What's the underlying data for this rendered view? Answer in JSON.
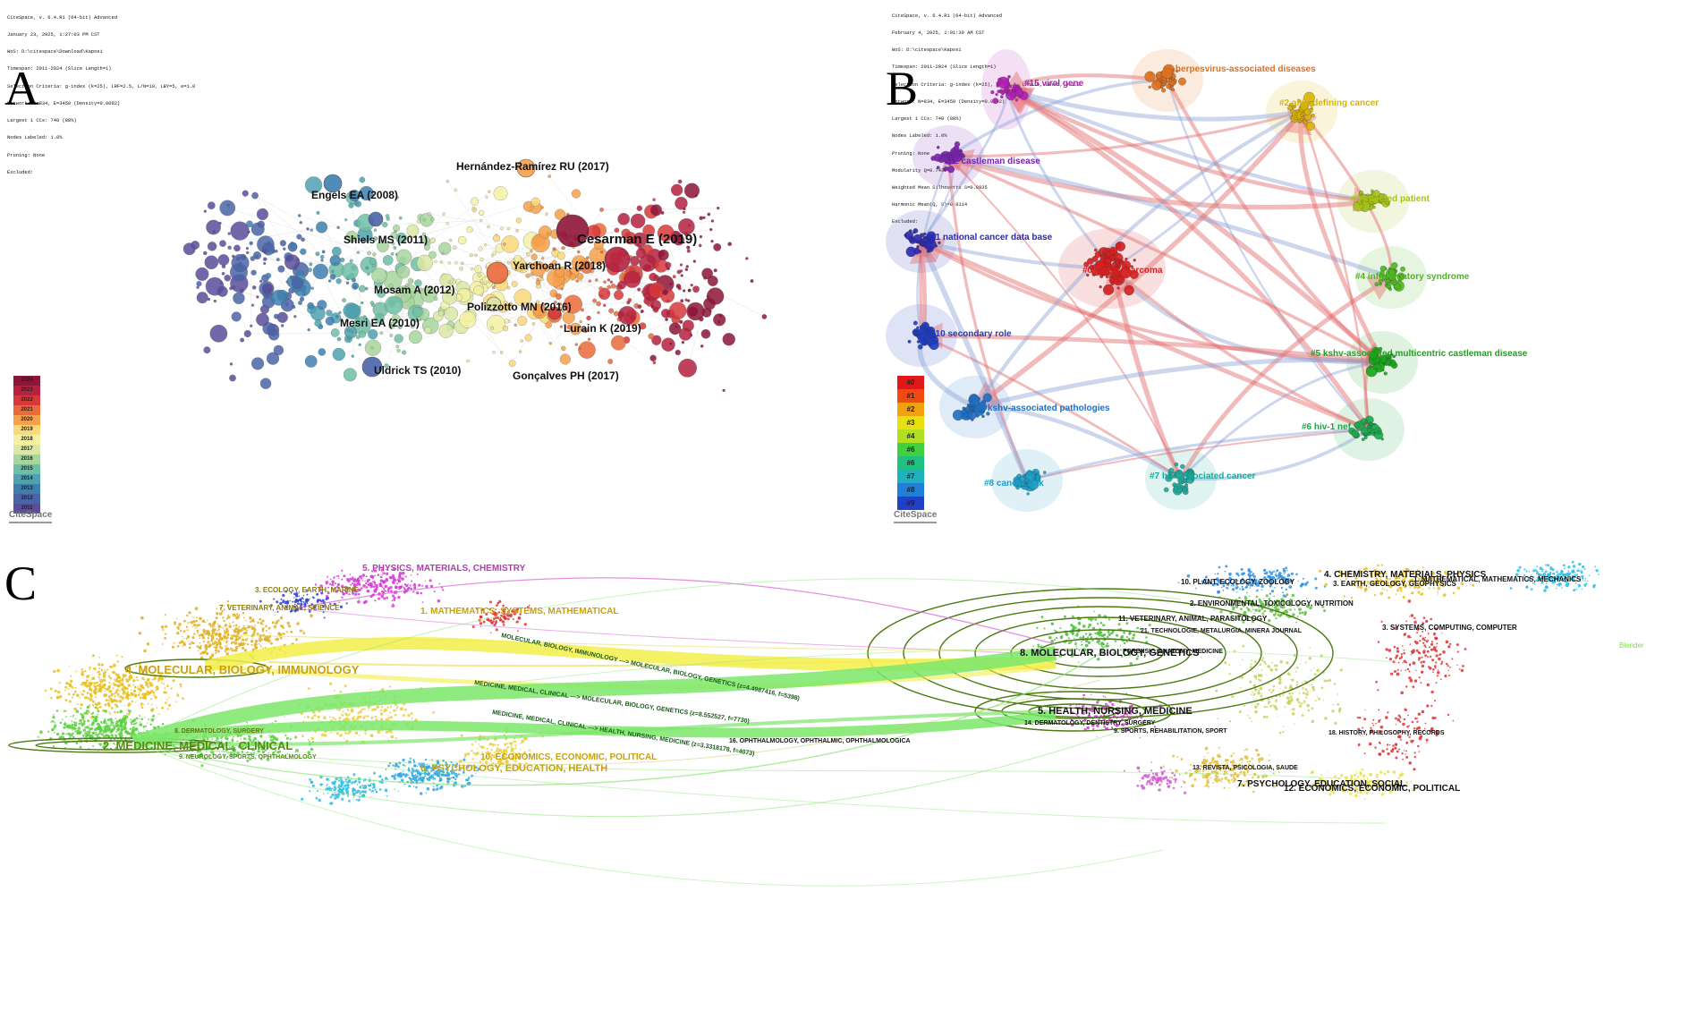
{
  "panel_a": {
    "letter": "A",
    "meta": [
      "CiteSpace, v. 6.4.R1 (64-bit) Advanced",
      "January 23, 2025, 1:27:03 PM CST",
      "WoS: D:\\citespace\\Download\\Kaposi",
      "Timespan: 2011-2024 (Slice Length=1)",
      "Selection Criteria: g-index (k=25), LRF=2.5, L/N=10, LBY=5, e=1.0",
      "Network: N=834, E=3459 (Density=0.0092)",
      "Largest 1 CCs: 740 (88%)",
      "Nodes Labeled: 1.0%",
      "Pruning: None",
      "Excluded:"
    ],
    "node_labels": [
      "Hernández-Ramírez RU (2017)",
      "Engels EA (2008)",
      "Shiels MS (2011)",
      "Cesarman E (2019)",
      "Yarchoan R (2018)",
      "Mosam A (2012)",
      "Polizzotto MN (2016)",
      "Mesri EA (2010)",
      "Lurain K (2019)",
      "Uldrick TS (2010)",
      "Gonçalves PH (2017)"
    ],
    "legend_years": [
      "2024",
      "2023",
      "2022",
      "2021",
      "2020",
      "2019",
      "2018",
      "2017",
      "2016",
      "2015",
      "2014",
      "2013",
      "2012",
      "2011"
    ],
    "legend_colors": [
      "#8e1538",
      "#b5213f",
      "#d7393b",
      "#ec6a3a",
      "#f6a04a",
      "#fad97a",
      "#f4f1a4",
      "#dbe8a4",
      "#a8d59e",
      "#6fbfa6",
      "#4ea1b0",
      "#3f7fb0",
      "#4a64a8",
      "#5a4d9a"
    ],
    "logo": "CiteSpace"
  },
  "panel_b": {
    "letter": "B",
    "meta": [
      "CiteSpace, v. 6.4.R1 (64-bit) Advanced",
      "February 4, 2025, 1:01:39 AM CST",
      "WoS: D:\\citespace\\Kaposi",
      "Timespan: 2011-2024 (Slice Length=1)",
      "Selection Criteria: g-index (k=25), LRF=2.5, L/N=10, LBY=5, e=1.0",
      "Network: N=834, E=3459 (Density=0.0092)",
      "Largest 1 CCs: 740 (88%)",
      "Nodes Labeled: 1.0%",
      "Pruning: None",
      "Modularity Q=0.7432",
      "Weighted Mean Silhouette S=0.8935",
      "Harmonic Mean(Q, S)=0.8114",
      "Excluded:"
    ],
    "clusters": [
      {
        "label": "#0 kaposi sarcoma",
        "color": "#d61f1f"
      },
      {
        "label": "#1 herpesvirus-associated diseases",
        "color": "#e0701e"
      },
      {
        "label": "#2 aids-defining cancer",
        "color": "#d9b400"
      },
      {
        "label": "#3 infected patient",
        "color": "#a5c21a"
      },
      {
        "label": "#4 inflammatory syndrome",
        "color": "#4cb81e"
      },
      {
        "label": "#5 kshv-associated multicentric castleman disease",
        "color": "#19a519"
      },
      {
        "label": "#6 hiv-1 nef",
        "color": "#1ba84a"
      },
      {
        "label": "#7 hiv-associated cancer",
        "color": "#1aa89a"
      },
      {
        "label": "#8 cancer risk",
        "color": "#1b9cc4"
      },
      {
        "label": "#9 kshv-associated pathologies",
        "color": "#1e6fc4"
      },
      {
        "label": "#10 secondary role",
        "color": "#1d3cc0"
      },
      {
        "label": "#11 national cancer data base",
        "color": "#2a2ab4"
      },
      {
        "label": "#12 castleman disease",
        "color": "#7a22b0"
      },
      {
        "label": "#15 viral gene",
        "color": "#b21fb6"
      }
    ],
    "legend": [
      "#0",
      "#1",
      "#2",
      "#3",
      "#4",
      "#6",
      "#6",
      "#7",
      "#8",
      "#9"
    ],
    "legend_colors": [
      "#e01818",
      "#f04a10",
      "#f0a010",
      "#e8e010",
      "#b0e020",
      "#40d040",
      "#20c080",
      "#20b0c0",
      "#2080d8",
      "#2040c8"
    ],
    "logo": "CiteSpace"
  },
  "panel_c": {
    "letter": "C",
    "corner_label": "Blender",
    "left_labels": [
      {
        "text": "5. PHYSICS, MATERIALS, CHEMISTRY",
        "color": "#b03cb0"
      },
      {
        "text": "3. ECOLOGY, EARTH, MARINE",
        "color": "#8a7a10"
      },
      {
        "text": "7. VETERINARY, ANIMAL, SCIENCE",
        "color": "#8a7a10"
      },
      {
        "text": "1. MATHEMATICS, SYSTEMS, MATHEMATICAL",
        "color": "#c8a010"
      },
      {
        "text": "4. MOLECULAR, BIOLOGY, IMMUNOLOGY",
        "color": "#c8a010"
      },
      {
        "text": "8. DERMATOLOGY, SURGERY",
        "color": "#5a7a10"
      },
      {
        "text": "2. MEDICINE, MEDICAL, CLINICAL",
        "color": "#5a8a10"
      },
      {
        "text": "9. NEUROLOGY, SPORTS, OPHTHALMOLOGY",
        "color": "#5a8a10"
      },
      {
        "text": "10. ECONOMICS, ECONOMIC, POLITICAL",
        "color": "#c8a010"
      },
      {
        "text": "6. PSYCHOLOGY, EDUCATION, HEALTH",
        "color": "#c8a010"
      }
    ],
    "right_labels": [
      {
        "text": "4. CHEMISTRY, MATERIALS, PHYSICS"
      },
      {
        "text": "10. PLANT, ECOLOGY, ZOOLOGY"
      },
      {
        "text": "3. EARTH, GEOLOGY, GEOPHYSICS"
      },
      {
        "text": "1. MATHEMATICAL, MATHEMATICS, MECHANICS"
      },
      {
        "text": "2. ENVIRONMENTAL, TOXICOLOGY, NUTRITION"
      },
      {
        "text": "11. VETERINARY, ANIMAL, PARASITOLOGY"
      },
      {
        "text": "3. SYSTEMS, COMPUTING, COMPUTER"
      },
      {
        "text": "21. TECHNOLOGIE, METALURGIA, MINERA JOURNAL"
      },
      {
        "text": "8. MOLECULAR, BIOLOGY, GENETICS"
      },
      {
        "text": "FORENSIC, ANATOMY, MEDICINE"
      },
      {
        "text": "5. HEALTH, NURSING, MEDICINE"
      },
      {
        "text": "14. DERMATOLOGY, DENTISTRY, SURGERY"
      },
      {
        "text": "9. SPORTS, REHABILITATION, SPORT"
      },
      {
        "text": "18. HISTORY, PHILOSOPHY, RECORDS"
      },
      {
        "text": "16. OPHTHALMOLOGY, OPHTHALMIC, OPHTHALMOLOGICA"
      },
      {
        "text": "13. REVISTA, PSICOLOGIA, SAUDE"
      },
      {
        "text": "7. PSYCHOLOGY, EDUCATION, SOCIAL"
      },
      {
        "text": "12. ECONOMICS, ECONOMIC, POLITICAL"
      }
    ],
    "path_labels": [
      "MOLECULAR, BIOLOGY, IMMUNOLOGY ---> MOLECULAR, BIOLOGY, GENETICS (z=4.4987416, f=5398)",
      "MEDICINE, MEDICAL, CLINICAL ---> MOLECULAR, BIOLOGY, GENETICS (z=8.552527, f=7730)",
      "MEDICINE, MEDICAL, CLINICAL ---> HEALTH, NURSING, MEDICINE (z=3.3318178, f=4073)"
    ]
  }
}
